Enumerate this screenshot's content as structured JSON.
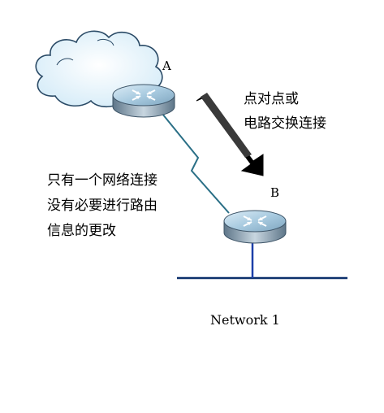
{
  "diagram": {
    "router_a_label": "A",
    "router_b_label": "B",
    "arrow_text": [
      "点对点或",
      "电路交换连接"
    ],
    "left_text": [
      "只有一个网络连接",
      "没有必要进行路由",
      "信息的更改"
    ],
    "network_label": "Network 1",
    "colors": {
      "cloud_fill": "#eaf5fb",
      "cloud_stroke": "#2a4a66",
      "router_top": "#a9cbe0",
      "router_side": "#6f8aa0",
      "link_line": "#2a6f86",
      "network_bus": "#0b2f6b",
      "arrow": "#000000"
    },
    "icons": [
      "cloud-icon",
      "router-icon",
      "arrow-icon"
    ]
  }
}
